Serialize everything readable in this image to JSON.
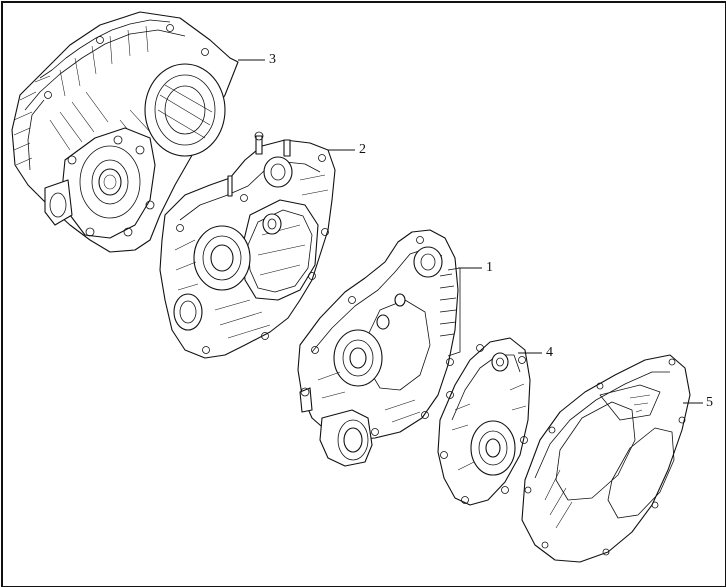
{
  "callouts": [
    {
      "id": "part-3",
      "label": "3"
    },
    {
      "id": "part-2",
      "label": "2"
    },
    {
      "id": "part-1",
      "label": "1"
    },
    {
      "id": "part-4",
      "label": "4"
    },
    {
      "id": "part-5",
      "label": "5"
    }
  ]
}
